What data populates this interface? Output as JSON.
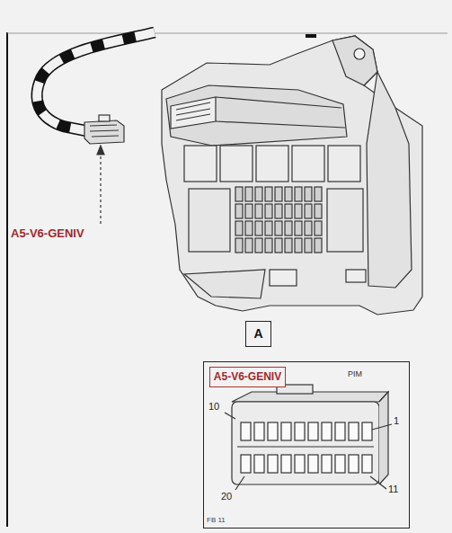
{
  "diagram": {
    "nodes": [
      {
        "text": [
          "A"
        ]
      },
      {
        "text": [
          "PIM"
        ]
      },
      {
        "text": [
          "A5-V6-GENIV"
        ],
        "in": 1
      }
    ],
    "labels": [
      "A5-V6-GENIV",
      "10",
      "1",
      "20",
      "11",
      "FB 11"
    ]
  }
}
